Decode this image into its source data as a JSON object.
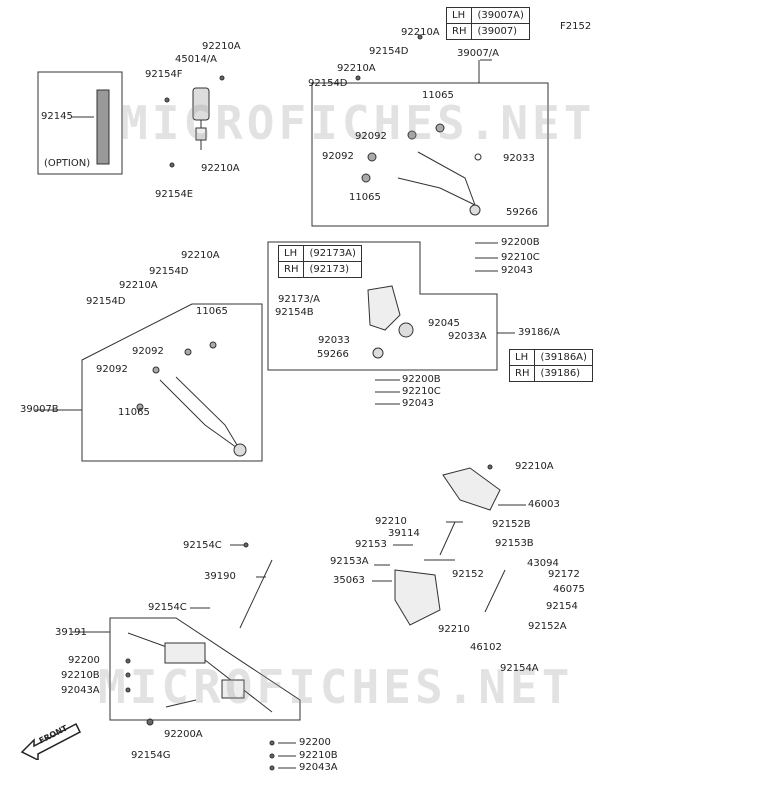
{
  "page_code": "F2152",
  "watermark": "MICROFICHES.NET",
  "front_label": "FRONT",
  "option_label": "(OPTION)",
  "tables": {
    "upper_arm": [
      [
        "LH",
        "(39007A)"
      ],
      [
        "RH",
        "(39007)"
      ]
    ],
    "knuckle_bolt": [
      [
        "LH",
        "(92173A)"
      ],
      [
        "RH",
        "(92173)"
      ]
    ],
    "knuckle": [
      [
        "LH",
        "(39186A)"
      ],
      [
        "RH",
        "(39186)"
      ]
    ]
  },
  "labels": {
    "l01": "92210A",
    "l02": "45014/A",
    "l03": "92154F",
    "l04": "92145",
    "l05": "92210A",
    "l06": "92154E",
    "l07": "92210A",
    "l08": "92154D",
    "l09": "92210A",
    "l10": "39007/A",
    "l11": "92154D",
    "l12": "11065",
    "l13": "92092",
    "l14": "92092",
    "l15": "92033",
    "l16": "11065",
    "l17": "59266",
    "l18": "92200B",
    "l19": "92210C",
    "l20": "92043",
    "l21": "92210A",
    "l22": "92154D",
    "l23": "92210A",
    "l24": "92154D",
    "l25": "11065",
    "l26": "92092",
    "l27": "92092",
    "l28": "11065",
    "l29": "39007B",
    "l30": "92173/A",
    "l31": "92154B",
    "l32": "92045",
    "l33": "92033A",
    "l34": "39186/A",
    "l35": "92033",
    "l36": "59266",
    "l37": "92200B",
    "l38": "92210C",
    "l39": "92043",
    "l40": "92210A",
    "l41": "46003",
    "l42": "92210",
    "l43": "92152B",
    "l44": "39114",
    "l45": "92153",
    "l46": "92153B",
    "l47": "92153A",
    "l48": "43094",
    "l49": "92172",
    "l50": "35063",
    "l51": "92152",
    "l52": "46075",
    "l53": "92154",
    "l54": "92210",
    "l55": "92152A",
    "l56": "46102",
    "l57": "92154A",
    "l58": "92154C",
    "l59": "39190",
    "l60": "92154C",
    "l61": "39191",
    "l62": "92200",
    "l63": "92210B",
    "l64": "92043A",
    "l65": "92200A",
    "l66": "92154G",
    "l67": "92200",
    "l68": "92210B",
    "l69": "92043A"
  }
}
